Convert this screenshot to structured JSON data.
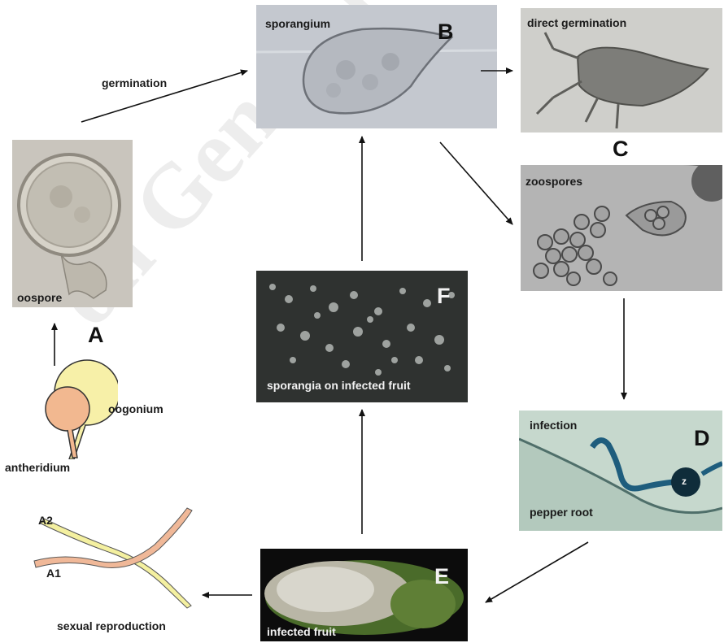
{
  "panels": {
    "oospore": {
      "caption": "oospore"
    },
    "sporangium": {
      "caption": "sporangium",
      "letter": "B"
    },
    "direct_germination": {
      "caption": "direct germination"
    },
    "zoospores": {
      "caption": "zoospores",
      "letter": "C"
    },
    "infection": {
      "caption": "infection",
      "letter": "D",
      "caption2": "pepper root",
      "z_label": "z"
    },
    "infected_fruit": {
      "caption": "infected fruit",
      "letter": "E"
    },
    "sporangia_on_fruit": {
      "caption": "sporangia on infected fruit",
      "letter": "F"
    }
  },
  "labels": {
    "germination": "germination",
    "stage_a": "A",
    "oogonium": "oogonium",
    "antheridium": "antheridium",
    "a2": "A2",
    "a1": "A1",
    "sexual_reproduction": "sexual reproduction"
  },
  "watermark": "on General de Biblio",
  "colors": {
    "oogonium_fill": "#f7f0a8",
    "antheridium_fill": "#f2b890",
    "a2_strand": "#f4f0a0",
    "a1_strand": "#f0b898",
    "arrow": "#111111"
  }
}
